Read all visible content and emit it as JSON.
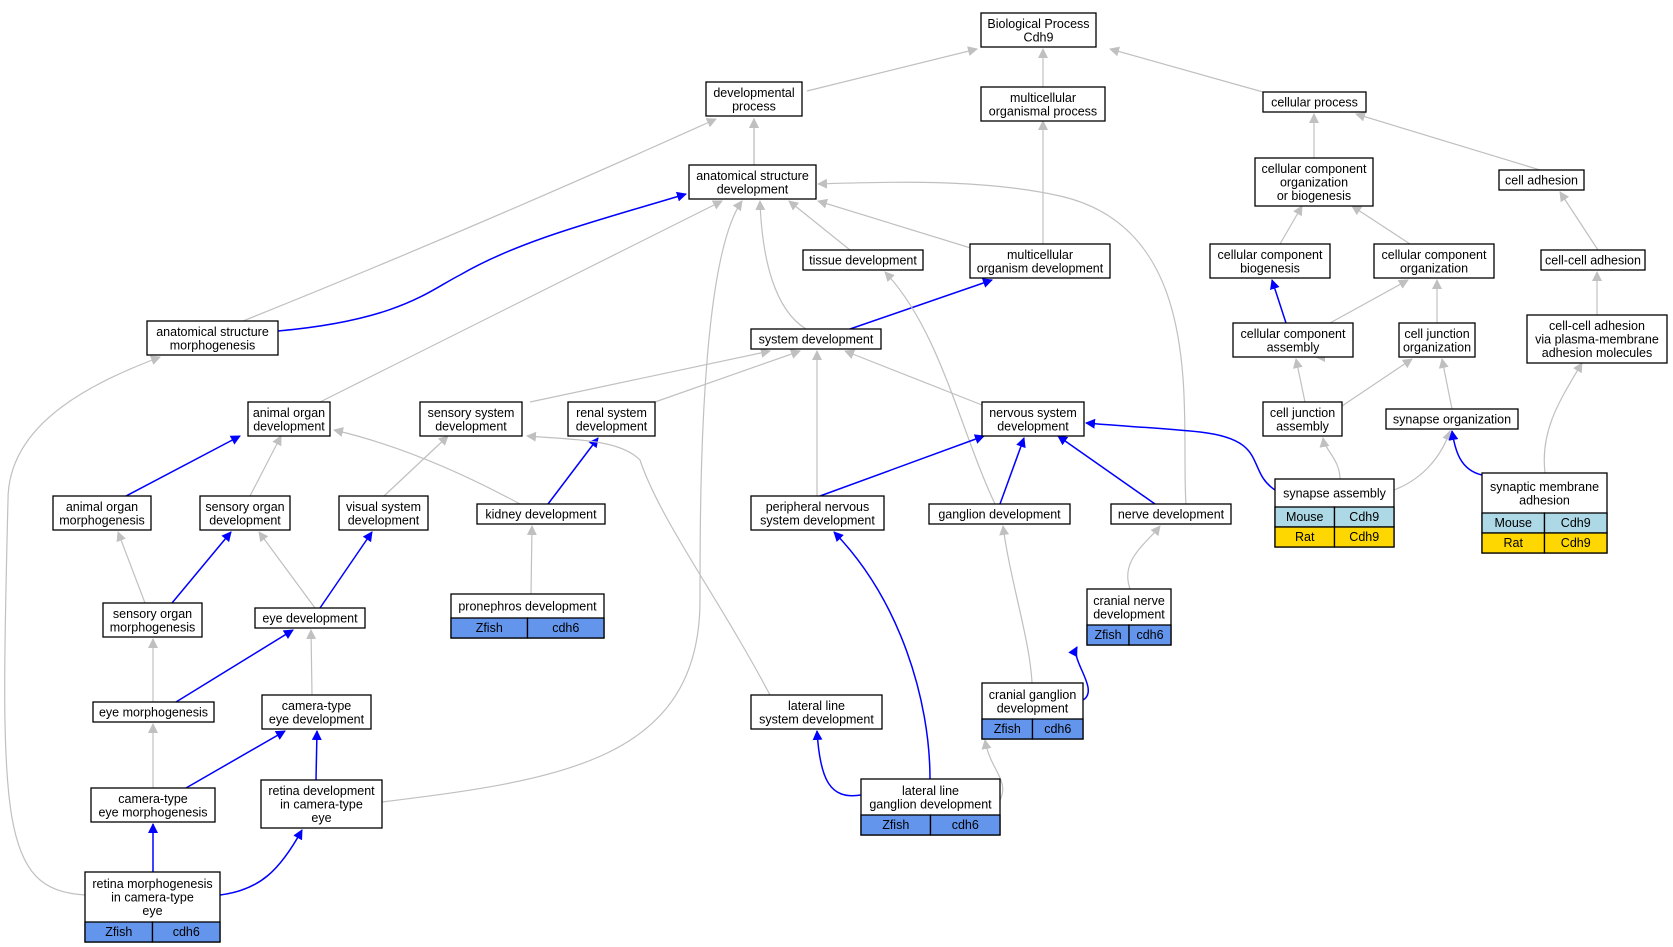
{
  "nodes": {
    "bio": [
      "Biological Process",
      "Cdh9"
    ],
    "dev": [
      "developmental",
      "process"
    ],
    "multi": [
      "multicellular",
      "organismal process"
    ],
    "cell": [
      "cellular process"
    ],
    "asd": [
      "anatomical structure",
      "development"
    ],
    "ccob": [
      "cellular component",
      "organization",
      "or biogenesis"
    ],
    "adh": [
      "cell adhesion"
    ],
    "tissue": [
      "tissue development"
    ],
    "mod": [
      "multicellular",
      "organism development"
    ],
    "ccb": [
      "cellular component",
      "biogenesis"
    ],
    "cco": [
      "cellular component",
      "organization"
    ],
    "cca": [
      "cell-cell adhesion"
    ],
    "asm": [
      "anatomical structure",
      "morphogenesis"
    ],
    "sysdev": [
      "system development"
    ],
    "ccasm": [
      "cellular component",
      "assembly"
    ],
    "cjo": [
      "cell junction",
      "organization"
    ],
    "ccapm": [
      "cell-cell adhesion",
      "via plasma-membrane",
      "adhesion molecules"
    ],
    "aod": [
      "animal organ",
      "development"
    ],
    "ssd": [
      "sensory system",
      "development"
    ],
    "rsd": [
      "renal system",
      "development"
    ],
    "nsd": [
      "nervous system",
      "development"
    ],
    "cja": [
      "cell junction",
      "assembly"
    ],
    "so": [
      "synapse organization"
    ],
    "sa": [
      "synapse assembly"
    ],
    "sma": [
      "synaptic membrane",
      "adhesion"
    ],
    "aom": [
      "animal organ",
      "morphogenesis"
    ],
    "sod": [
      "sensory organ",
      "development"
    ],
    "vsd": [
      "visual system",
      "development"
    ],
    "kid": [
      "kidney development"
    ],
    "pns": [
      "peripheral nervous",
      "system development"
    ],
    "gang": [
      "ganglion development"
    ],
    "nerve": [
      "nerve development"
    ],
    "som": [
      "sensory organ",
      "morphogenesis"
    ],
    "eyed": [
      "eye development"
    ],
    "pron": [
      "pronephros development"
    ],
    "cnd": [
      "cranial nerve",
      "development"
    ],
    "eyem": [
      "eye morphogenesis"
    ],
    "cted": [
      "camera-type",
      "eye development"
    ],
    "llsd": [
      "lateral line",
      "system development"
    ],
    "cgd": [
      "cranial ganglion",
      "development"
    ],
    "ctem": [
      "camera-type",
      "eye morphogenesis"
    ],
    "rdct": [
      "retina development",
      "in camera-type",
      "eye"
    ],
    "llgd": [
      "lateral line",
      "ganglion development"
    ],
    "rmct": [
      "retina morphogenesis",
      "in camera-type",
      "eye"
    ]
  },
  "annotations": {
    "sa": [
      [
        "Mouse",
        "Cdh9"
      ],
      [
        "Rat",
        "Cdh9"
      ]
    ],
    "sma": [
      [
        "Mouse",
        "Cdh9"
      ],
      [
        "Rat",
        "Cdh9"
      ]
    ],
    "pron": [
      [
        "Zfish",
        "cdh6"
      ]
    ],
    "cnd": [
      [
        "Zfish",
        "cdh6"
      ]
    ],
    "cgd": [
      [
        "Zfish",
        "cdh6"
      ]
    ],
    "llgd": [
      [
        "Zfish",
        "cdh6"
      ]
    ],
    "rmct": [
      [
        "Zfish",
        "cdh6"
      ]
    ]
  },
  "colors": {
    "Mouse": "#add8e6",
    "Rat": "#ffd700",
    "Zfish": "#6495ed",
    "gray_edge": "#c0c0c0",
    "blue_edge": "#0000ff"
  }
}
